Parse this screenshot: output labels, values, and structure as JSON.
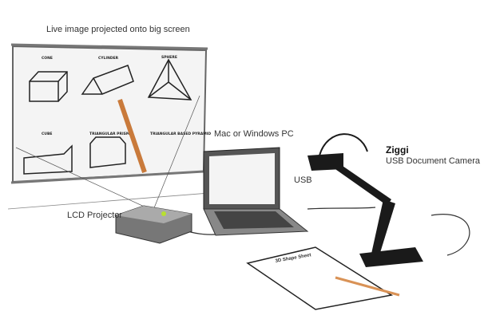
{
  "labels": {
    "screen": "Live image projected onto big screen",
    "pc": "Mac or Windows PC",
    "camera_name": "Ziggi",
    "camera_desc": "USB Document Camera",
    "usb": "USB",
    "projector": "LCD Projector"
  },
  "screen_shapes": [
    "CONE",
    "CYLINDER",
    "SPHERE",
    "CUBE",
    "TRIANGULAR PRISM",
    "TRIANGULAR BASED PYRAMID"
  ],
  "sheet_title": "3D Shape Sheet",
  "colors": {
    "pencil": "#e0904f",
    "projector_led": "#b8e030",
    "device": "#1a1a1a"
  }
}
